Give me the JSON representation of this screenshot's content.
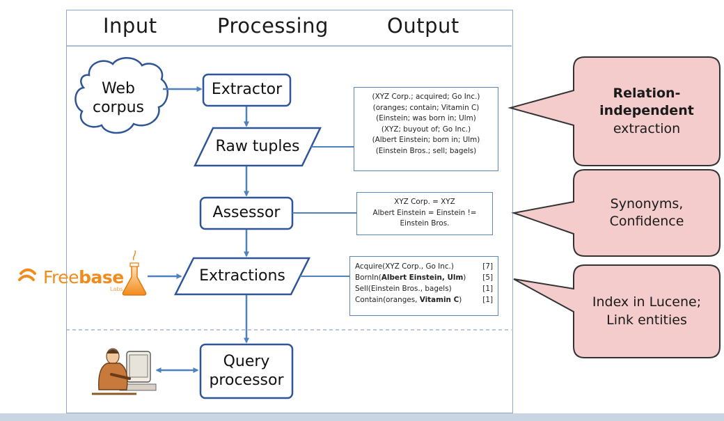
{
  "headers": {
    "input": "Input",
    "processing": "Processing",
    "output": "Output"
  },
  "nodes": {
    "web_corpus": [
      "Web",
      "corpus"
    ],
    "extractor": "Extractor",
    "raw_tuples": "Raw tuples",
    "assessor": "Assessor",
    "extractions": "Extractions",
    "query_processor": [
      "Query",
      "processor"
    ]
  },
  "raw_tuples_list": [
    "(XYZ Corp.; acquired; Go Inc.)",
    "(oranges; contain; Vitamin C)",
    "(Einstein; was born in; Ulm)",
    "(XYZ; buyout of; Go Inc.)",
    "(Albert Einstein; born in; Ulm)",
    "(Einstein Bros.; sell; bagels)"
  ],
  "synonyms_list": [
    "XYZ Corp. = XYZ",
    "Albert Einstein = Einstein !=",
    "Einstein Bros."
  ],
  "extractions_list": [
    {
      "pre": "Acquire(XYZ Corp., Go Inc.)",
      "bold": "",
      "post": "",
      "count": "[7]"
    },
    {
      "pre": "BornIn(",
      "bold": "Albert Einstein, Ulm",
      "post": ")",
      "count": "[5]"
    },
    {
      "pre": "Sell(Einstein Bros., bagels)",
      "bold": "",
      "post": "",
      "count": "[1]"
    },
    {
      "pre": "Contain(oranges, ",
      "bold": "Vitamin C",
      "post": ")",
      "count": "[1]"
    }
  ],
  "callouts": {
    "relation": {
      "bold_line1": "Relation-",
      "bold_line2": "independent",
      "line3": "extraction"
    },
    "synonyms": {
      "line1": "Synonyms,",
      "line2": "Confidence"
    },
    "index": {
      "line1": "Index in Lucene;",
      "line2": "Link entities"
    }
  },
  "freebase_logo": {
    "word_light": "Free",
    "word_bold": "base",
    "sub": "Labs"
  },
  "colors": {
    "node_stroke": "#2f5597",
    "arrow": "#4f81bd",
    "callout_fill": "#f4cccc",
    "callout_stroke": "#333333",
    "panel_border": "#8aa7c7",
    "freebase_orange": "#f28b1c"
  },
  "icons": {
    "user": "person-at-computer-icon",
    "flask": "flask-icon",
    "freebase_mark": "freebase-wave-icon"
  }
}
